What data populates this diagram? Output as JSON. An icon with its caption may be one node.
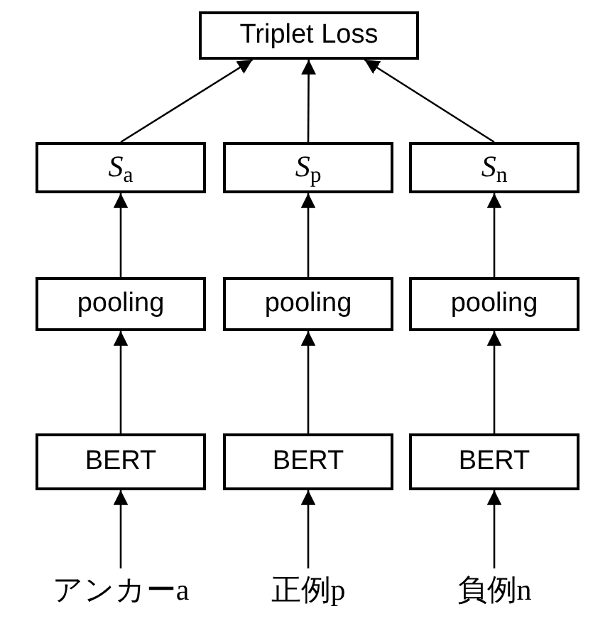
{
  "diagram": {
    "nodes": [
      {
        "text": [
          "Triplet Loss"
        ]
      },
      {
        "text": [
          "*S*$_{a}$"
        ]
      },
      {
        "text": [
          "*S*$_{p}$"
        ]
      },
      {
        "text": [
          "*S*$_{n}$"
        ]
      },
      {
        "text": [
          "pooling"
        ]
      },
      {
        "text": [
          "pooling"
        ]
      },
      {
        "text": [
          "pooling"
        ]
      },
      {
        "text": [
          "BERT"
        ]
      },
      {
        "text": [
          "BERT"
        ]
      },
      {
        "text": [
          "BERT"
        ]
      },
      {
        "text": [
          "アンカーa"
        ]
      },
      {
        "text": [
          "正例p"
        ]
      },
      {
        "text": [
          "負例n"
        ]
      }
    ],
    "edges": [
      {
        "from": 10,
        "to": 7,
        "arrow": "to"
      },
      {
        "from": 11,
        "to": 8,
        "arrow": "to"
      },
      {
        "from": 12,
        "to": 9,
        "arrow": "to"
      },
      {
        "from": 7,
        "to": 4,
        "arrow": "to"
      },
      {
        "from": 8,
        "to": 5,
        "arrow": "to"
      },
      {
        "from": 9,
        "to": 6,
        "arrow": "to"
      },
      {
        "from": 4,
        "to": 1,
        "arrow": "to"
      },
      {
        "from": 5,
        "to": 2,
        "arrow": "to"
      },
      {
        "from": 6,
        "to": 3,
        "arrow": "to"
      },
      {
        "from": 1,
        "to": 0,
        "arrow": "to"
      },
      {
        "from": 2,
        "to": 0,
        "arrow": "to"
      },
      {
        "from": 3,
        "to": 0,
        "arrow": "to"
      }
    ]
  }
}
